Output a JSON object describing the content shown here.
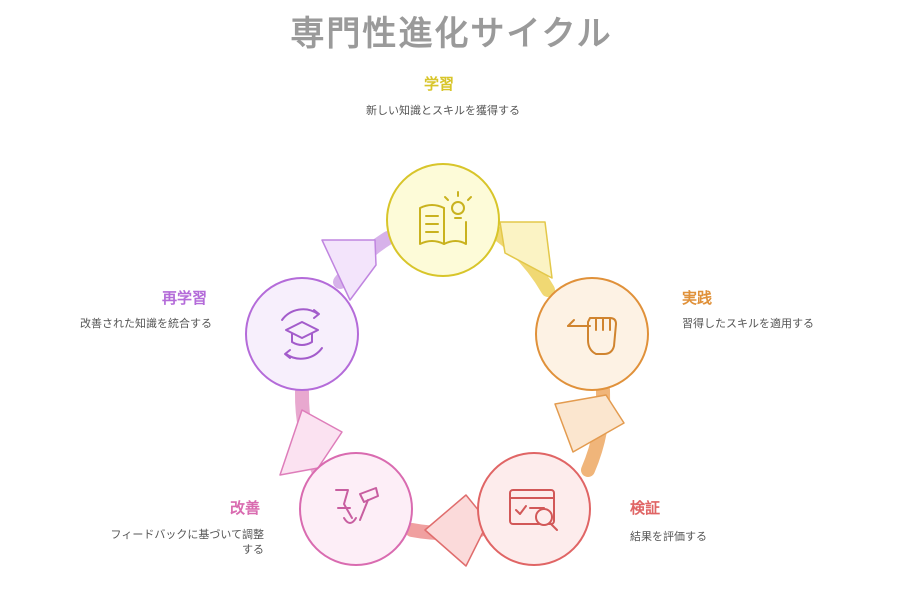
{
  "title": "専門性進化サイクル",
  "stages": [
    {
      "id": "learn",
      "name": "学習",
      "description": "新しい知識とスキルを獲得する",
      "icon": "book-lightbulb-icon",
      "color": "#d8c52a",
      "fill": "#fdfbd8"
    },
    {
      "id": "practice",
      "name": "実践",
      "description": "習得したスキルを適用する",
      "icon": "hand-pen-icon",
      "color": "#e0913a",
      "fill": "#fdf2e4"
    },
    {
      "id": "verify",
      "name": "検証",
      "description": "結果を評価する",
      "icon": "chart-magnifier-icon",
      "color": "#e06565",
      "fill": "#fdecec"
    },
    {
      "id": "improve",
      "name": "改善",
      "description": "フィードバックに基づいて調整する",
      "icon": "tools-icon",
      "color": "#d96bb0",
      "fill": "#fdeef7"
    },
    {
      "id": "relearn",
      "name": "再学習",
      "description": "改善された知識を統合する",
      "icon": "graduation-cycle-icon",
      "color": "#b46bd9",
      "fill": "#f7effc"
    }
  ]
}
